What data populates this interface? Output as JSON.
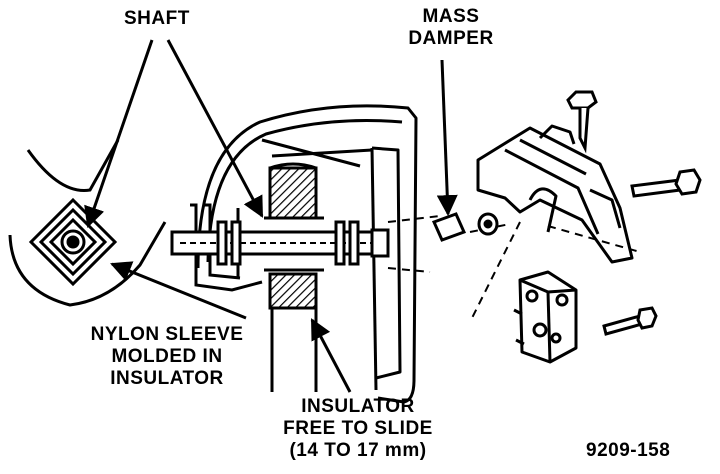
{
  "labels": {
    "shaft": "SHAFT",
    "mass_damper": [
      "MASS",
      "DAMPER"
    ],
    "nylon_sleeve": [
      "NYLON SLEEVE",
      "MOLDED IN",
      "INSULATOR"
    ],
    "insulator": [
      "INSULATOR",
      "FREE TO SLIDE",
      "(14 TO 17 mm)"
    ],
    "figure_id": "9209-158"
  },
  "colors": {
    "ink": "#000000",
    "paper": "#ffffff"
  }
}
